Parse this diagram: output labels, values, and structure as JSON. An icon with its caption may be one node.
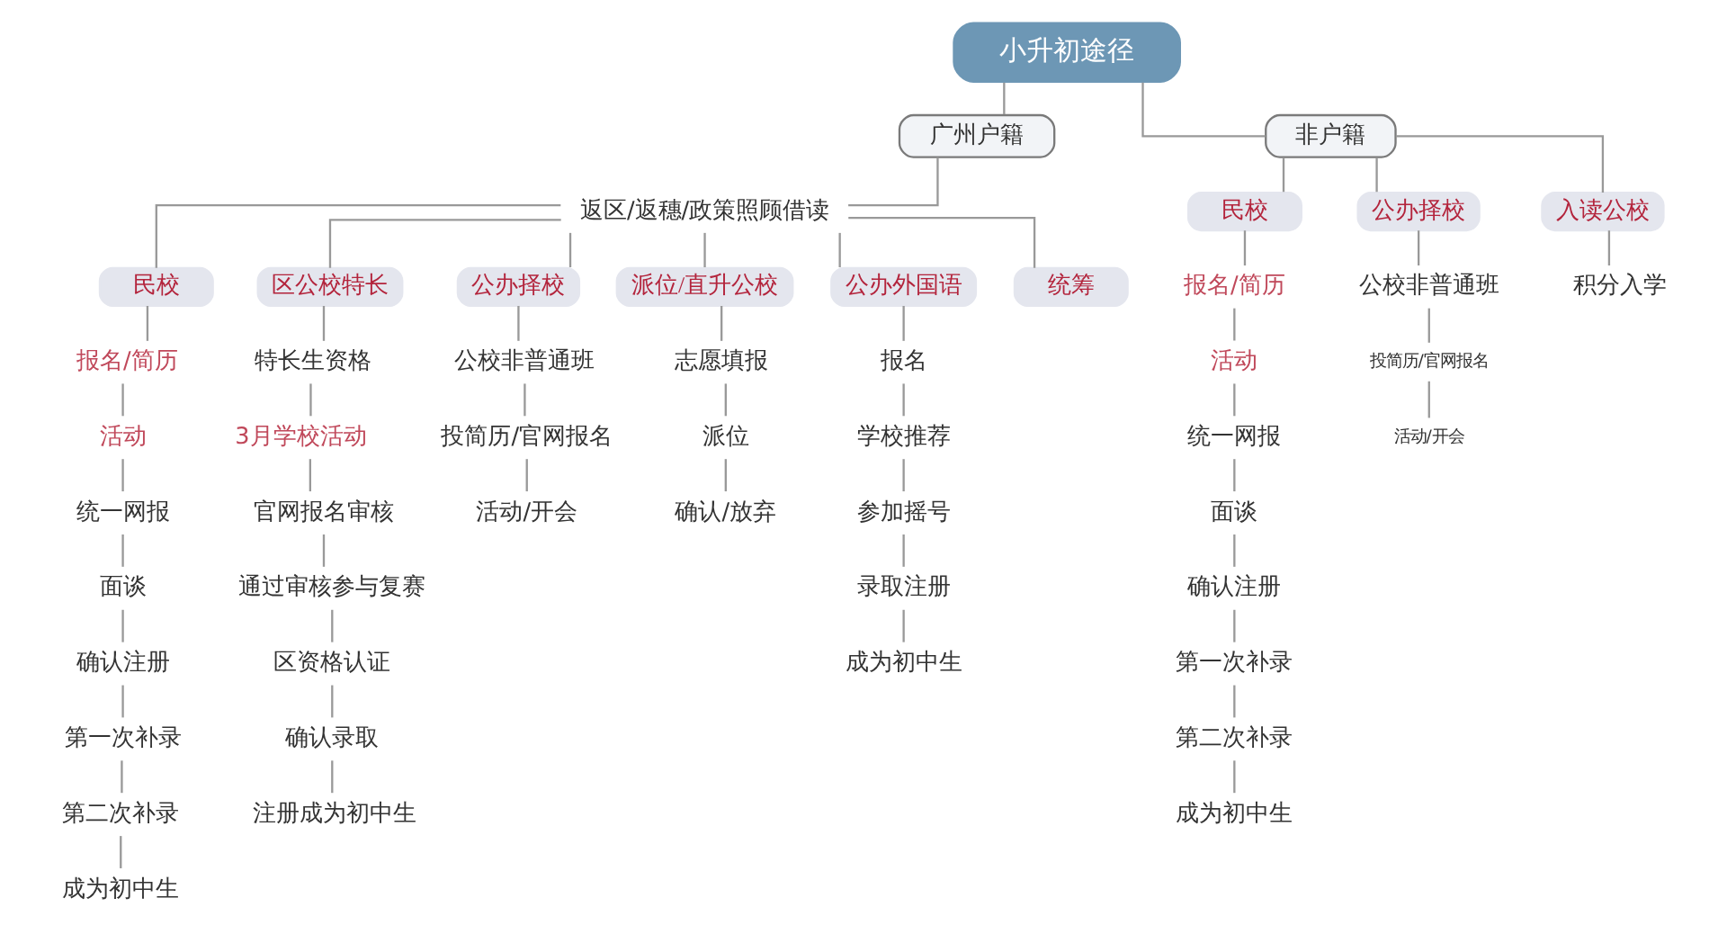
{
  "diagram": {
    "nodes": [
      {
        "text": [
          "小升初途径"
        ]
      },
      {
        "text": [
          "广州户籍"
        ]
      },
      {
        "text": [
          "返区/返穗/政策照顾借读"
        ]
      },
      {
        "text": [
          "民校"
        ]
      },
      {
        "text": [
          "报名/简历"
        ]
      },
      {
        "text": [
          "活动"
        ]
      },
      {
        "text": [
          "统一网报"
        ]
      },
      {
        "text": [
          "面谈"
        ]
      },
      {
        "text": [
          "确认注册"
        ]
      },
      {
        "text": [
          "第一次补录"
        ]
      },
      {
        "text": [
          "第二次补录"
        ]
      },
      {
        "text": [
          "成为初中生"
        ]
      },
      {
        "text": [
          "区公校特长"
        ]
      },
      {
        "text": [
          "特长生资格"
        ]
      },
      {
        "text": [
          "3月学校活动"
        ]
      },
      {
        "text": [
          "官网报名审核"
        ]
      },
      {
        "text": [
          "通过审核参与复赛"
        ]
      },
      {
        "text": [
          "区资格认证"
        ]
      },
      {
        "text": [
          "确认录取"
        ]
      },
      {
        "text": [
          "注册成为初中生"
        ]
      },
      {
        "text": [
          "公办择校"
        ]
      },
      {
        "text": [
          "公校非普通班"
        ]
      },
      {
        "text": [
          "投简历/官网报名"
        ]
      },
      {
        "text": [
          "活动/开会"
        ]
      },
      {
        "text": [
          "派位/直升公校"
        ]
      },
      {
        "text": [
          "志愿填报"
        ]
      },
      {
        "text": [
          "派位"
        ]
      },
      {
        "text": [
          "确认/放弃"
        ]
      },
      {
        "text": [
          "公办外国语"
        ]
      },
      {
        "text": [
          "报名"
        ]
      },
      {
        "text": [
          "学校推荐"
        ]
      },
      {
        "text": [
          "参加摇号"
        ]
      },
      {
        "text": [
          "录取注册"
        ]
      },
      {
        "text": [
          "成为初中生"
        ]
      },
      {
        "text": [
          "统筹"
        ]
      },
      {
        "text": [
          "非户籍"
        ]
      },
      {
        "text": [
          "民校"
        ]
      },
      {
        "text": [
          "报名/简历"
        ]
      },
      {
        "text": [
          "活动"
        ]
      },
      {
        "text": [
          "统一网报"
        ]
      },
      {
        "text": [
          "面谈"
        ]
      },
      {
        "text": [
          "确认注册"
        ]
      },
      {
        "text": [
          "第一次补录"
        ]
      },
      {
        "text": [
          "第二次补录"
        ]
      },
      {
        "text": [
          "成为初中生"
        ]
      },
      {
        "text": [
          "公办择校"
        ]
      },
      {
        "text": [
          "公校非普通班"
        ]
      },
      {
        "text": [
          "投简历/官网报名"
        ]
      },
      {
        "text": [
          "活动/开会"
        ]
      },
      {
        "text": [
          "入读公校"
        ]
      },
      {
        "text": [
          "积分入学"
        ]
      }
    ],
    "edges": [
      {
        "from": 0,
        "to": 1,
        "arrow": "none"
      },
      {
        "from": 0,
        "to": 35,
        "arrow": "none"
      },
      {
        "from": 1,
        "to": 2,
        "arrow": "none"
      },
      {
        "from": 2,
        "to": 3,
        "arrow": "none"
      },
      {
        "from": 2,
        "to": 12,
        "arrow": "none"
      },
      {
        "from": 2,
        "to": 20,
        "arrow": "none"
      },
      {
        "from": 2,
        "to": 24,
        "arrow": "none"
      },
      {
        "from": 2,
        "to": 28,
        "arrow": "none"
      },
      {
        "from": 2,
        "to": 34,
        "arrow": "none"
      },
      {
        "from": 3,
        "to": 4,
        "arrow": "none"
      },
      {
        "from": 4,
        "to": 5,
        "arrow": "none"
      },
      {
        "from": 5,
        "to": 6,
        "arrow": "none"
      },
      {
        "from": 6,
        "to": 7,
        "arrow": "none"
      },
      {
        "from": 7,
        "to": 8,
        "arrow": "none"
      },
      {
        "from": 8,
        "to": 9,
        "arrow": "none"
      },
      {
        "from": 9,
        "to": 10,
        "arrow": "none"
      },
      {
        "from": 10,
        "to": 11,
        "arrow": "none"
      },
      {
        "from": 12,
        "to": 13,
        "arrow": "none"
      },
      {
        "from": 13,
        "to": 14,
        "arrow": "none"
      },
      {
        "from": 14,
        "to": 15,
        "arrow": "none"
      },
      {
        "from": 15,
        "to": 16,
        "arrow": "none"
      },
      {
        "from": 16,
        "to": 17,
        "arrow": "none"
      },
      {
        "from": 17,
        "to": 18,
        "arrow": "none"
      },
      {
        "from": 18,
        "to": 19,
        "arrow": "none"
      },
      {
        "from": 20,
        "to": 21,
        "arrow": "none"
      },
      {
        "from": 21,
        "to": 22,
        "arrow": "none"
      },
      {
        "from": 22,
        "to": 23,
        "arrow": "none"
      },
      {
        "from": 24,
        "to": 25,
        "arrow": "none"
      },
      {
        "from": 25,
        "to": 26,
        "arrow": "none"
      },
      {
        "from": 26,
        "to": 27,
        "arrow": "none"
      },
      {
        "from": 28,
        "to": 29,
        "arrow": "none"
      },
      {
        "from": 29,
        "to": 30,
        "arrow": "none"
      },
      {
        "from": 30,
        "to": 31,
        "arrow": "none"
      },
      {
        "from": 31,
        "to": 32,
        "arrow": "none"
      },
      {
        "from": 32,
        "to": 33,
        "arrow": "none"
      },
      {
        "from": 35,
        "to": 36,
        "arrow": "none"
      },
      {
        "from": 35,
        "to": 45,
        "arrow": "none"
      },
      {
        "from": 35,
        "to": 49,
        "arrow": "none"
      },
      {
        "from": 36,
        "to": 37,
        "arrow": "none"
      },
      {
        "from": 37,
        "to": 38,
        "arrow": "none"
      },
      {
        "from": 38,
        "to": 39,
        "arrow": "none"
      },
      {
        "from": 39,
        "to": 40,
        "arrow": "none"
      },
      {
        "from": 40,
        "to": 41,
        "arrow": "none"
      },
      {
        "from": 41,
        "to": 42,
        "arrow": "none"
      },
      {
        "from": 42,
        "to": 43,
        "arrow": "none"
      },
      {
        "from": 43,
        "to": 44,
        "arrow": "none"
      },
      {
        "from": 45,
        "to": 46,
        "arrow": "none"
      },
      {
        "from": 46,
        "to": 47,
        "arrow": "none"
      },
      {
        "from": 47,
        "to": 48,
        "arrow": "none"
      },
      {
        "from": 49,
        "to": 50,
        "arrow": "none"
      }
    ]
  }
}
